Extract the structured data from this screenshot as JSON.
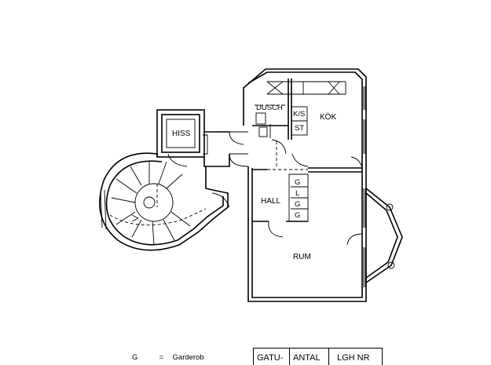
{
  "rooms": {
    "hiss": "HISS",
    "dusch": "DUSCH",
    "ks": "K/S",
    "st": "ST",
    "kok": "KÖK",
    "hall": "HALL",
    "rum": "RUM",
    "closet_codes": [
      "G",
      "L",
      "G",
      "G"
    ]
  },
  "legend": {
    "symbol": "G",
    "equals": "=",
    "meaning": "Garderob"
  },
  "title_block": {
    "cells": [
      "GATU-",
      "ANTAL",
      "LGH NR"
    ]
  }
}
